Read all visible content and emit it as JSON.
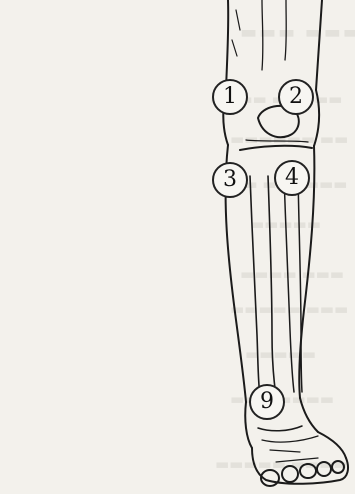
{
  "markers": [
    {
      "id": "m1",
      "label": "1"
    },
    {
      "id": "m2",
      "label": "2"
    },
    {
      "id": "m3",
      "label": "3"
    },
    {
      "id": "m4",
      "label": "4"
    },
    {
      "id": "m9",
      "label": "9"
    }
  ],
  "colors": {
    "background": "#f3f1ec",
    "ink": "#1b1b1b",
    "faint_text": "#9e9a93"
  }
}
